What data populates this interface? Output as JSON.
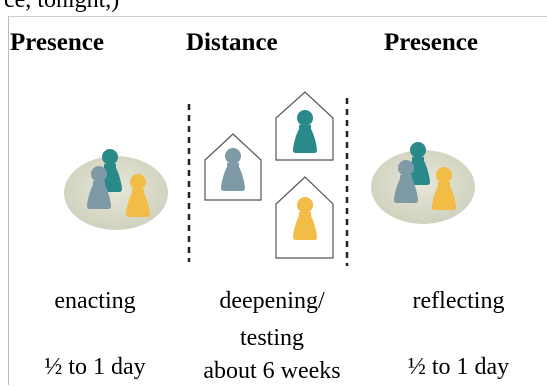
{
  "top_fragment": "ce, tonight,)",
  "columns": [
    {
      "title": "Presence",
      "activity": "enacting",
      "activity_line2": "",
      "duration": "½  to 1 day"
    },
    {
      "title": "Distance",
      "activity": "deepening/",
      "activity_line2": "testing",
      "duration": "about 6 weeks"
    },
    {
      "title": "Presence",
      "activity": "reflecting",
      "activity_line2": "",
      "duration": "½  to 1 day"
    }
  ],
  "colors": {
    "figure_slate": "#7e9aa6",
    "figure_teal": "#2a8a8a",
    "figure_yellow": "#f2bd47",
    "disc": "#dcdccb",
    "house_stroke": "#555555",
    "divider": "#222222"
  }
}
